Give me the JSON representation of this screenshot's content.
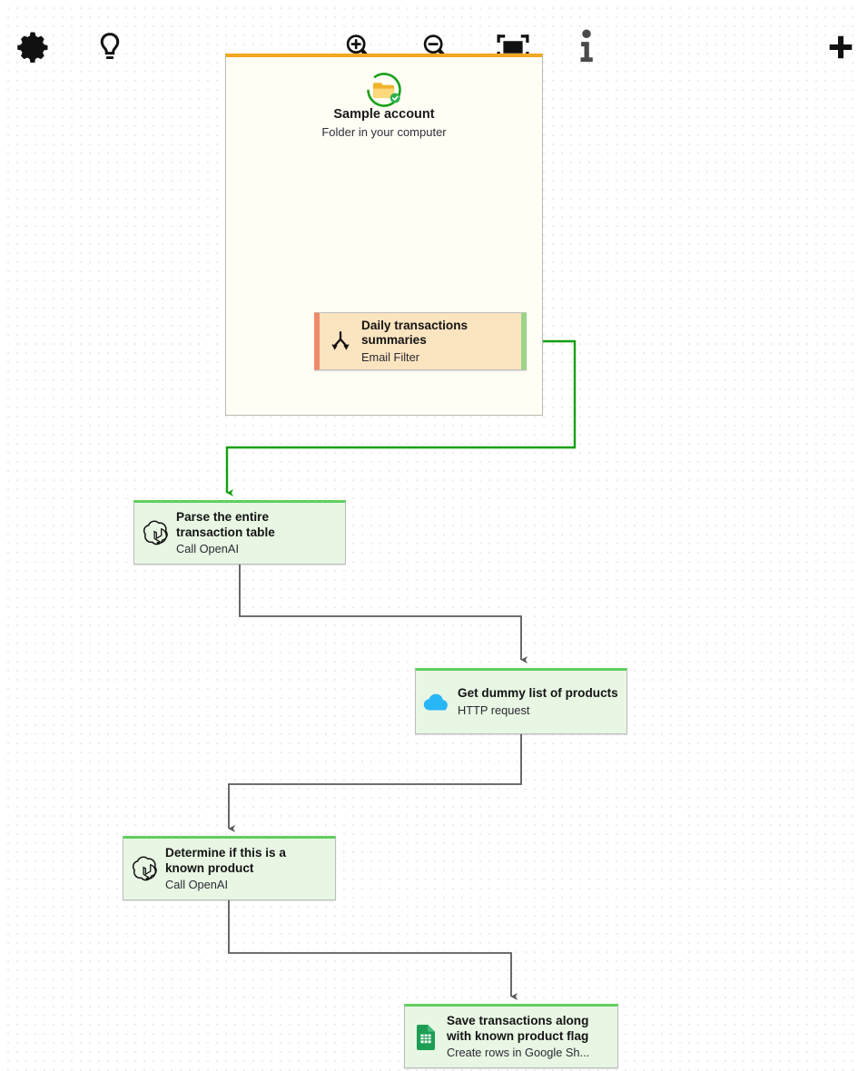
{
  "toolbar": {
    "items": [
      {
        "name": "settings-icon",
        "label": "Settings"
      },
      {
        "name": "lightbulb-icon",
        "label": "Tips"
      },
      {
        "name": "zoom-in-icon",
        "label": "Zoom in"
      },
      {
        "name": "zoom-out-icon",
        "label": "Zoom out"
      },
      {
        "name": "fit-view-icon",
        "label": "Fit to screen"
      },
      {
        "name": "info-icon",
        "label": "Info"
      },
      {
        "name": "add-icon",
        "label": "Add"
      }
    ]
  },
  "group": {
    "icon": "folder-check-icon",
    "title": "Sample account",
    "subtitle": "Folder in your computer",
    "accent_color": "#f5a623",
    "background_color": "#fffdf4"
  },
  "nodes": [
    {
      "id": "daily-transactions-summaries",
      "icon": "filter-merge-icon",
      "title": "Daily transactions summaries",
      "subtitle": "Email Filter",
      "background_color": "#fbe4c0",
      "left_edge_color": "#ef8b6a",
      "right_edge_color": "#9cd48a"
    },
    {
      "id": "parse-the-entire-transaction-table",
      "icon": "openai-icon",
      "title": "Parse the entire transaction table",
      "subtitle": "Call OpenAI",
      "background_color": "#e8f6e4",
      "accent_color": "#5fcf5f"
    },
    {
      "id": "get-dummy-list-of-products",
      "icon": "cloud-icon",
      "title": "Get dummy list of products",
      "subtitle": "HTTP request",
      "background_color": "#e8f6e4",
      "accent_color": "#5fcf5f"
    },
    {
      "id": "determine-if-this-is-a-known-product",
      "icon": "openai-icon",
      "title": "Determine if this is a known product",
      "subtitle": "Call OpenAI",
      "background_color": "#e8f6e4",
      "accent_color": "#5fcf5f"
    },
    {
      "id": "save-transactions-along-with-known-product-flag",
      "icon": "google-sheets-icon",
      "title": "Save transactions along with known product flag",
      "subtitle": "Create rows in Google Sh...",
      "background_color": "#e8f6e4",
      "accent_color": "#5fcf5f"
    }
  ],
  "connectors": {
    "gray_color": "#595959",
    "green_color": "#12a012"
  }
}
